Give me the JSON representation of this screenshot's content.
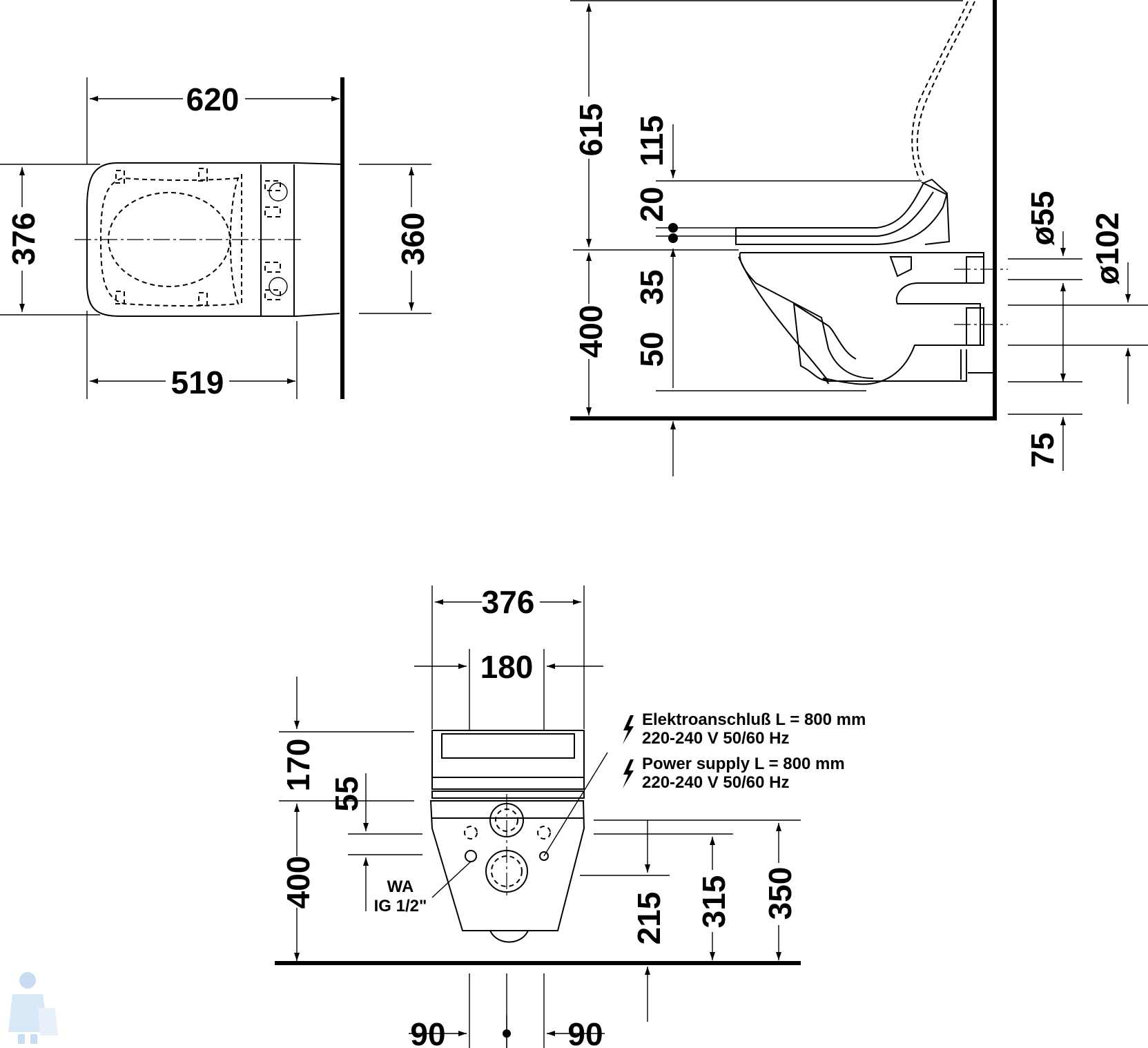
{
  "top_view": {
    "dim_length": "620",
    "dim_width_left": "376",
    "dim_width_right": "360",
    "dim_depth_bottom": "519"
  },
  "side_view": {
    "dim_615": "615",
    "dim_115": "115",
    "dim_20": "20",
    "dim_35": "35",
    "dim_50": "50",
    "dim_400": "400",
    "dim_d55": "ø55",
    "dim_d102": "ø102",
    "dim_75": "75"
  },
  "front_view": {
    "dim_376": "376",
    "dim_180": "180",
    "dim_170": "170",
    "dim_55": "55",
    "dim_400": "400",
    "dim_215": "215",
    "dim_315": "315",
    "dim_350": "350",
    "dim_90_left": "90",
    "dim_90_right": "90",
    "wa_label": "WA",
    "wa_thread": "IG 1/2\"",
    "note_de_line1": "Elektroanschluß L = 800 mm",
    "note_de_line2": "220-240 V  50/60 Hz",
    "note_en_line1": "Power supply L = 800 mm",
    "note_en_line2": "220-240 V  50/60 Hz"
  },
  "icons": {
    "lightning": "lightning-bolt-icon",
    "logo": "plumber-mascot-logo"
  }
}
